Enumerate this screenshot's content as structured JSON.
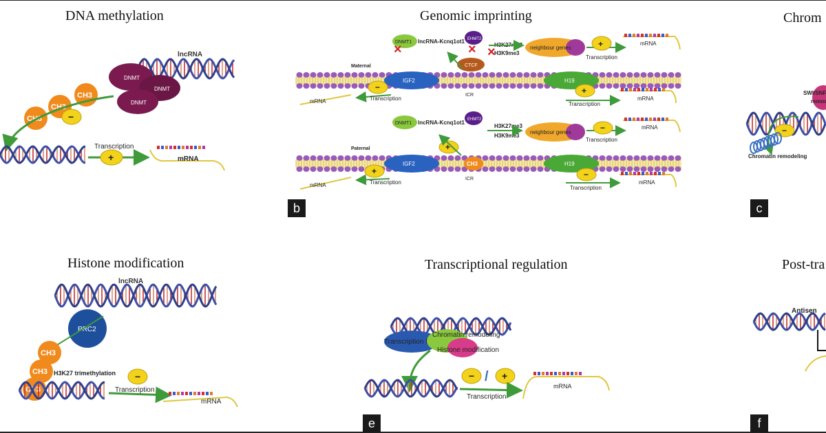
{
  "titles": {
    "a": "DNA methylation",
    "b": "Genomic imprinting",
    "c": "Chrom",
    "d": "Histone modification",
    "e": "Transcriptional regulation",
    "f": "Post-tra"
  },
  "letters": {
    "b": "b",
    "c": "c",
    "e": "e",
    "f": "f"
  },
  "panel_a": {
    "lncrna": "lncRNA",
    "dnmt": "DNMT",
    "ch3": "CH3",
    "minus": "−",
    "plus": "+",
    "transcription": "Transcription",
    "mrna": "mRNA"
  },
  "panel_b": {
    "dnmt1": "DNMT1",
    "lncrna_kcnq1ot1": "lncRNA-Kcnq1ot1",
    "ehmt2": "EHMT2",
    "h3k27me3": "H3K27me3",
    "h3k9me3": "H3K9me3",
    "ctcf": "CTCF",
    "neighbour_genes": "neighbour genes",
    "maternal": "Maternal",
    "paternal": "Paternal",
    "igf2": "IGF2",
    "h19": "H19",
    "icr": "ICR",
    "transcription": "Transcription",
    "mrna": "mRNA",
    "ch3": "CH3",
    "minus": "−",
    "plus": "+"
  },
  "panel_c": {
    "swi_snf": "SWI/SNF",
    "remod": "remod",
    "chromatin_remodeling": "Chromatin remodeling"
  },
  "panel_d": {
    "lncrna": "lncRNA",
    "prc2": "PRC2",
    "ch3": "CH3",
    "h3k27": "H3K27 trimethylation",
    "transcription": "Transcription",
    "mrna": "mRNA",
    "minus": "−"
  },
  "panel_e": {
    "tf": "Transcription factor",
    "chromatin_remodeling": "Chromatin remodeling",
    "histone_modification": "Histone modification",
    "slash": "/",
    "minus": "−",
    "plus": "+",
    "transcription": "Transcription",
    "mrna": "mRNA"
  },
  "panel_f": {
    "antisense": "Antisen"
  },
  "colors": {
    "dna_red": "#c0312f",
    "dna_blue": "#3a4fa8",
    "dnmt": "#7a1a4f",
    "ch3": "#f08a1c",
    "arrow": "#3f9a3a",
    "sign_fill": "#f2d21a",
    "igf2": "#2a62c0",
    "h19": "#4aa836",
    "chromatin": "#9a5ab8",
    "prc2": "#1e4f9c"
  }
}
